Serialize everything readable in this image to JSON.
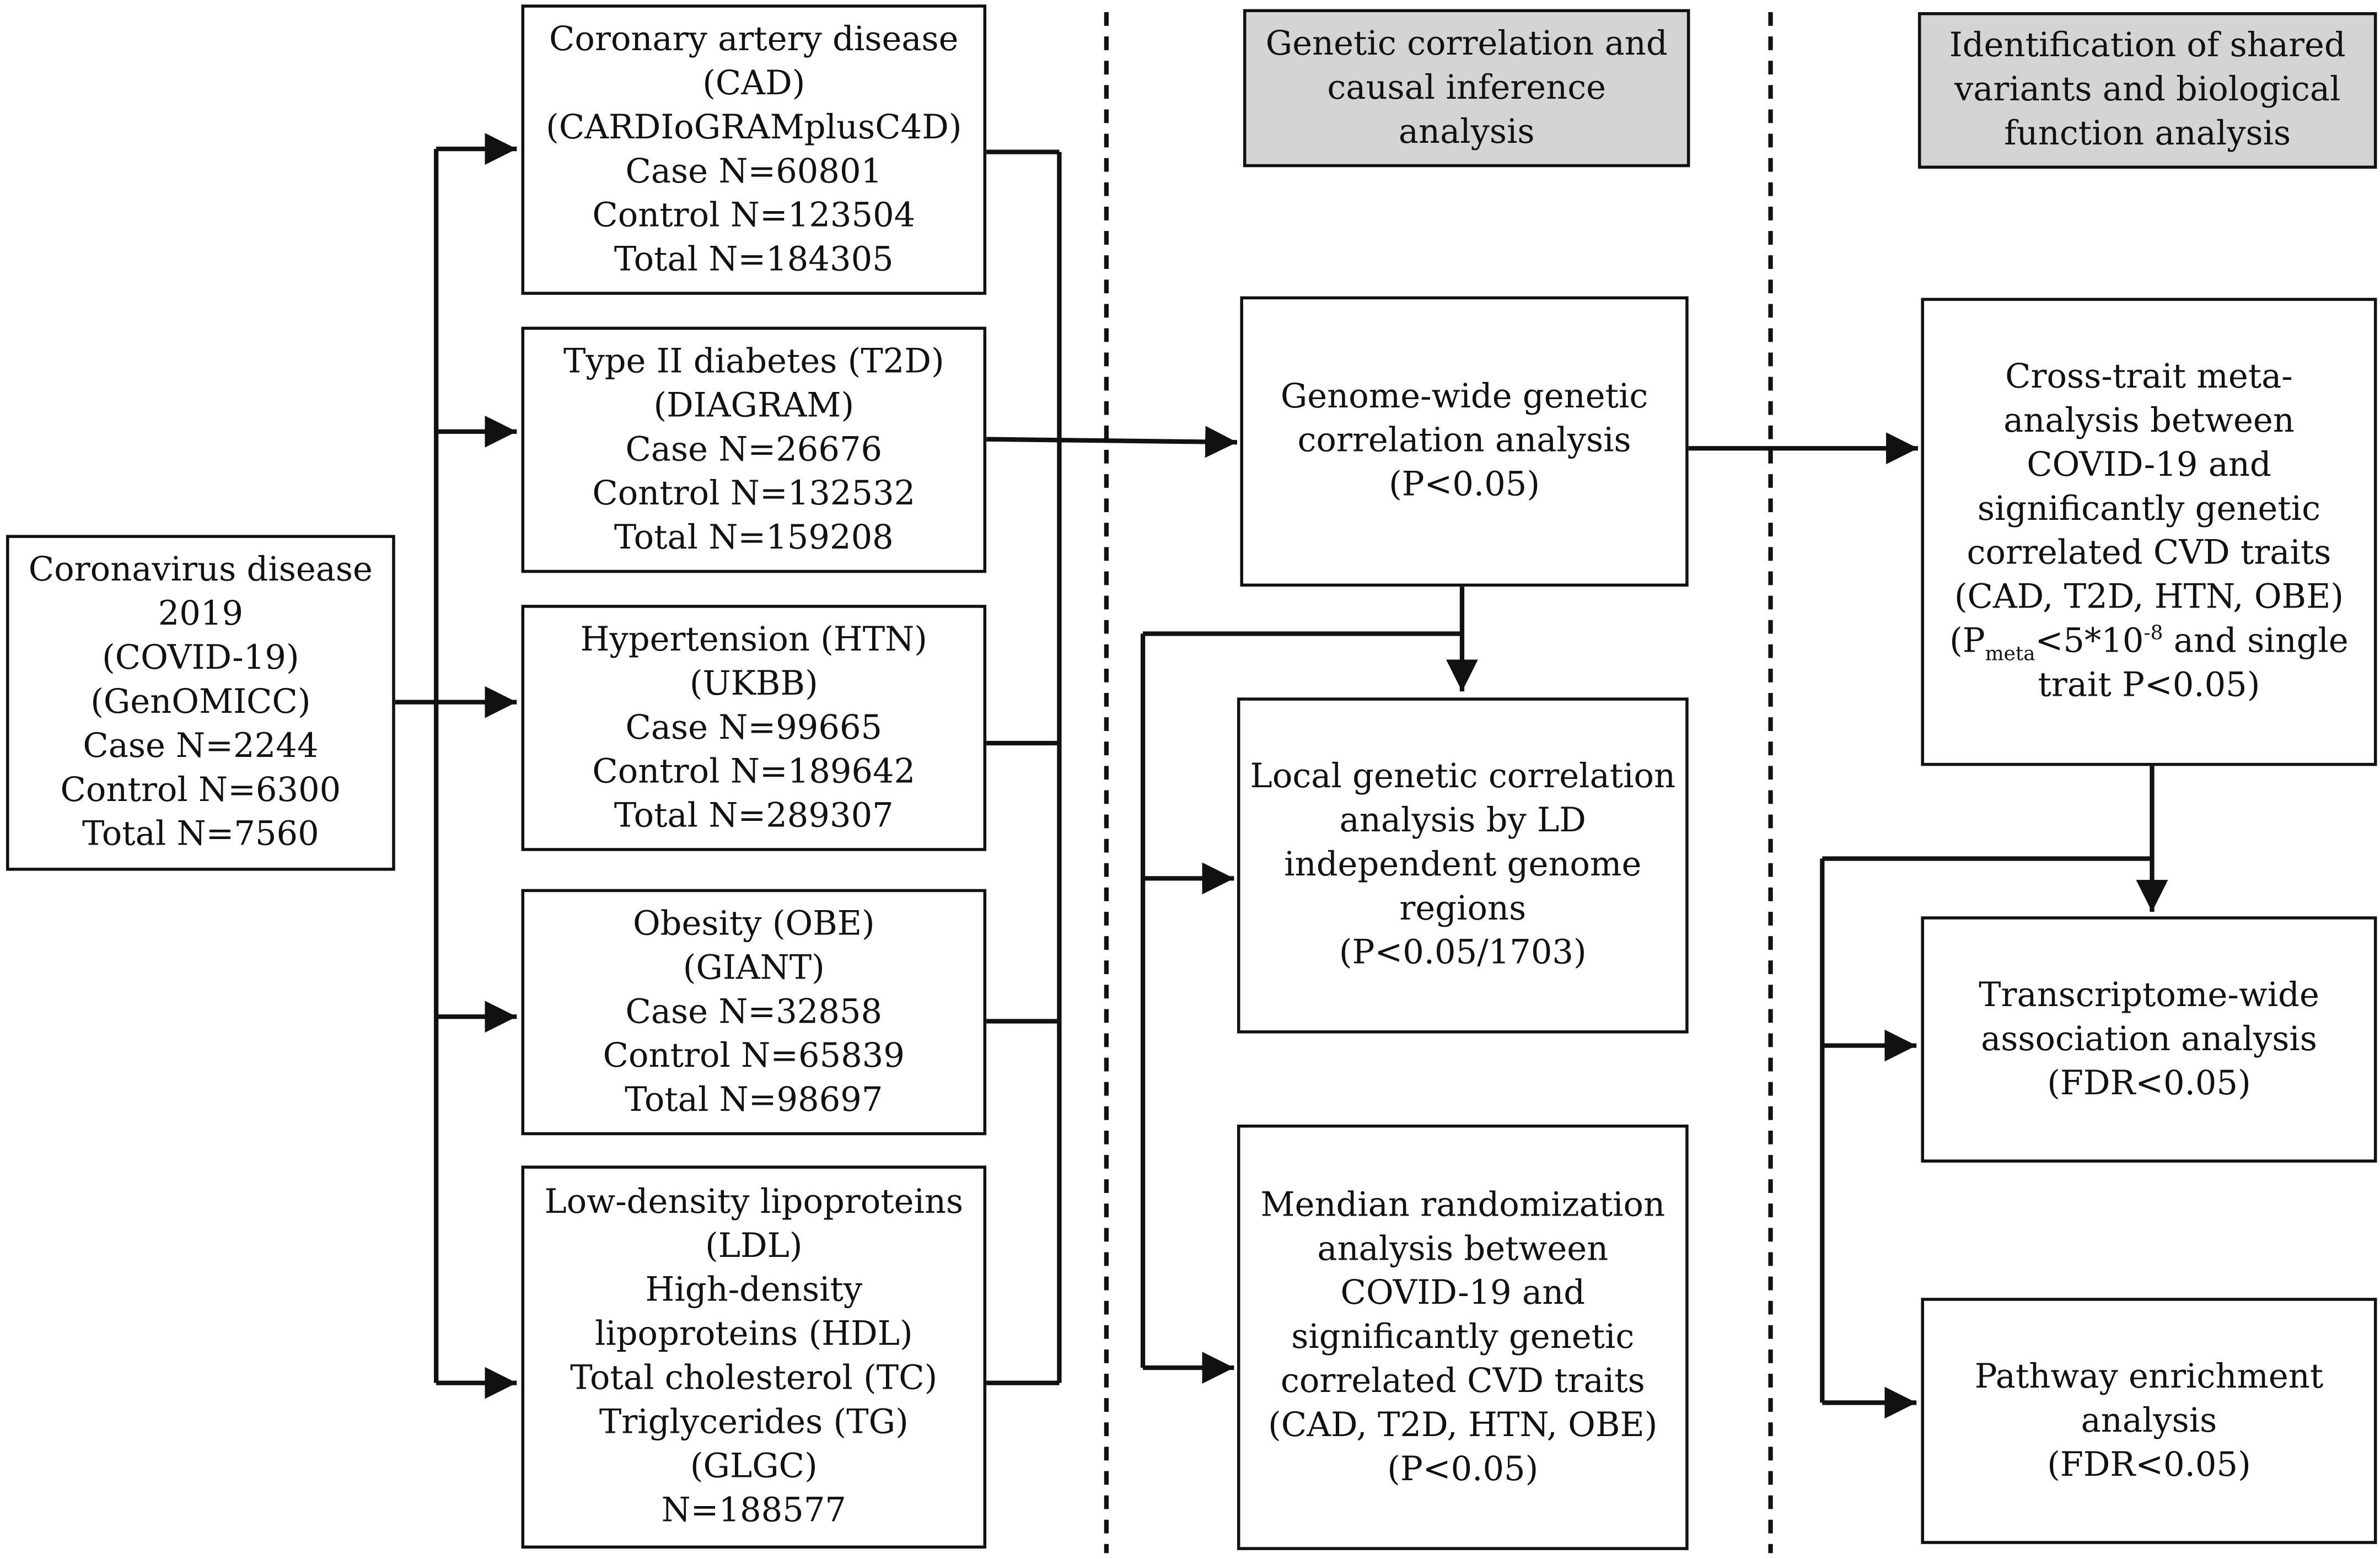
{
  "headers": {
    "genetic": [
      "Genetic correlation and",
      "causal inference",
      "analysis"
    ],
    "shared": [
      "Identification of shared",
      "variants and biological",
      "function analysis"
    ]
  },
  "covid": [
    "Coronavirus disease",
    "2019",
    "(COVID-19)",
    "(GenOMICC)",
    "Case N=2244",
    "Control N=6300",
    "Total N=7560"
  ],
  "cad": [
    "Coronary artery disease",
    "(CAD)",
    "(CARDIoGRAMplusC4D)",
    "Case N=60801",
    "Control N=123504",
    "Total N=184305"
  ],
  "t2d": [
    "Type II diabetes (T2D)",
    "(DIAGRAM)",
    "Case N=26676",
    "Control N=132532",
    "Total N=159208"
  ],
  "htn": [
    "Hypertension (HTN)",
    "(UKBB)",
    "Case N=99665",
    "Control N=189642",
    "Total N=289307"
  ],
  "obe": [
    "Obesity (OBE)",
    "(GIANT)",
    "Case N=32858",
    "Control N=65839",
    "Total N=98697"
  ],
  "lipids": [
    "Low-density lipoproteins",
    "(LDL)",
    "High-density",
    "lipoproteins (HDL)",
    "Total cholesterol (TC)",
    "Triglycerides (TG)",
    "(GLGC)",
    "N=188577"
  ],
  "genome_wide": [
    "Genome-wide genetic",
    "correlation analysis",
    "(P<0.05)"
  ],
  "local": [
    "Local genetic correlation",
    "analysis by LD",
    "independent genome",
    "regions",
    "(P<0.05/1703)"
  ],
  "mendelian": [
    "Mendian randomization",
    "analysis between",
    "COVID-19 and",
    "significantly genetic",
    "correlated CVD traits",
    "(CAD,  T2D, HTN, OBE)",
    "(P<0.05)"
  ],
  "cross_trait": {
    "lines": [
      "Cross-trait  meta-",
      "analysis between",
      "COVID-19 and",
      "significantly genetic",
      "correlated CVD traits",
      "(CAD,  T2D, HTN, OBE)"
    ],
    "p_prefix": "(P",
    "p_sub": "meta",
    "p_mid": "<5*10",
    "p_sup": "-8",
    "p_suffix": " and single",
    "last_line": "trait P<0.05)"
  },
  "twas": [
    "Transcriptome-wide",
    "association analysis",
    "(FDR<0.05)"
  ],
  "pathway": [
    "Pathway enrichment",
    "analysis",
    "(FDR<0.05)"
  ]
}
